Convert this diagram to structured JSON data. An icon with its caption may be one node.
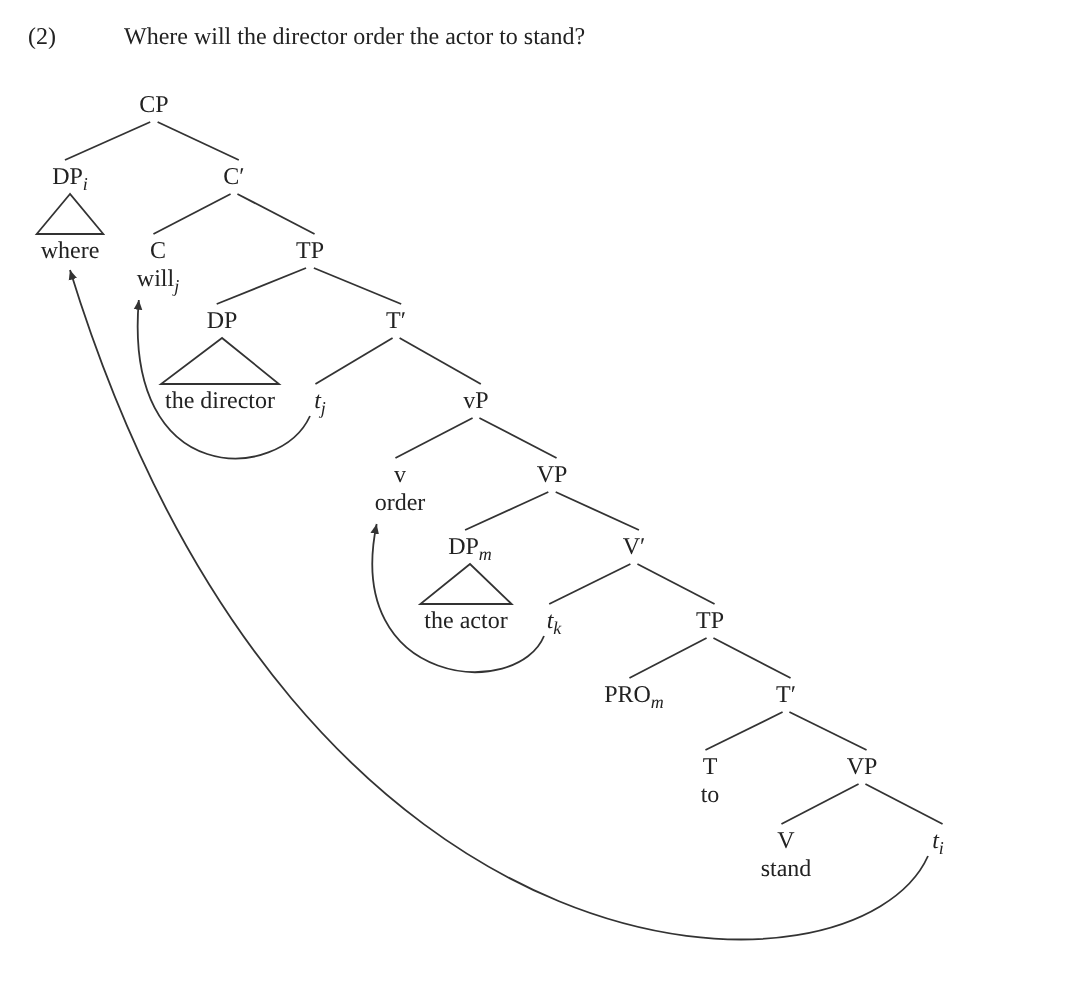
{
  "diagram": {
    "title": "Where will the director order the actor to stand?",
    "nodes": [
      {
        "text": [
          "CP"
        ]
      },
      {
        "text": [
          "DP$_{i}$"
        ]
      },
      {
        "text": [
          "C′"
        ]
      },
      {
        "text": [
          "where"
        ]
      },
      {
        "text": [
          "C",
          "will$_{j}$"
        ]
      },
      {
        "text": [
          "TP"
        ]
      },
      {
        "text": [
          "DP"
        ]
      },
      {
        "text": [
          "T′"
        ]
      },
      {
        "text": [
          "the director"
        ]
      },
      {
        "text": [
          "t$_{j}$"
        ]
      },
      {
        "text": [
          "vP"
        ]
      },
      {
        "text": [
          "v",
          "order"
        ]
      },
      {
        "text": [
          "VP"
        ]
      },
      {
        "text": [
          "DP$_{m}$"
        ]
      },
      {
        "text": [
          "V′"
        ]
      },
      {
        "text": [
          "the actor"
        ]
      },
      {
        "text": [
          "t$_{k}$"
        ]
      },
      {
        "text": [
          "TP"
        ]
      },
      {
        "text": [
          "PRO$_{m}$"
        ]
      },
      {
        "text": [
          "T′"
        ]
      },
      {
        "text": [
          "T",
          "to"
        ]
      },
      {
        "text": [
          "VP"
        ]
      },
      {
        "text": [
          "V",
          "stand"
        ]
      },
      {
        "text": [
          "t$_{i}$"
        ]
      }
    ],
    "edges": [
      {
        "from": 0,
        "to": 1,
        "arrow": "none"
      },
      {
        "from": 0,
        "to": 2,
        "arrow": "none"
      },
      {
        "from": 1,
        "to": 3,
        "arrow": "none"
      },
      {
        "from": 2,
        "to": 4,
        "arrow": "none"
      },
      {
        "from": 2,
        "to": 5,
        "arrow": "none"
      },
      {
        "from": 5,
        "to": 6,
        "arrow": "none"
      },
      {
        "from": 5,
        "to": 7,
        "arrow": "none"
      },
      {
        "from": 6,
        "to": 8,
        "arrow": "none"
      },
      {
        "from": 7,
        "to": 9,
        "arrow": "none"
      },
      {
        "from": 7,
        "to": 10,
        "arrow": "none"
      },
      {
        "from": 10,
        "to": 11,
        "arrow": "none"
      },
      {
        "from": 10,
        "to": 12,
        "arrow": "none"
      },
      {
        "from": 12,
        "to": 13,
        "arrow": "none"
      },
      {
        "from": 12,
        "to": 14,
        "arrow": "none"
      },
      {
        "from": 13,
        "to": 15,
        "arrow": "none"
      },
      {
        "from": 14,
        "to": 16,
        "arrow": "none"
      },
      {
        "from": 14,
        "to": 17,
        "arrow": "none"
      },
      {
        "from": 17,
        "to": 18,
        "arrow": "none"
      },
      {
        "from": 17,
        "to": 19,
        "arrow": "none"
      },
      {
        "from": 19,
        "to": 20,
        "arrow": "none"
      },
      {
        "from": 19,
        "to": 21,
        "arrow": "none"
      },
      {
        "from": 21,
        "to": 22,
        "arrow": "none"
      },
      {
        "from": 21,
        "to": 23,
        "arrow": "none"
      },
      {
        "from": 9,
        "to": 4,
        "arrow": "to"
      },
      {
        "from": 16,
        "to": 11,
        "arrow": "to"
      },
      {
        "from": 23,
        "to": 3,
        "arrow": "to"
      }
    ],
    "labels": [
      "(2)"
    ]
  }
}
